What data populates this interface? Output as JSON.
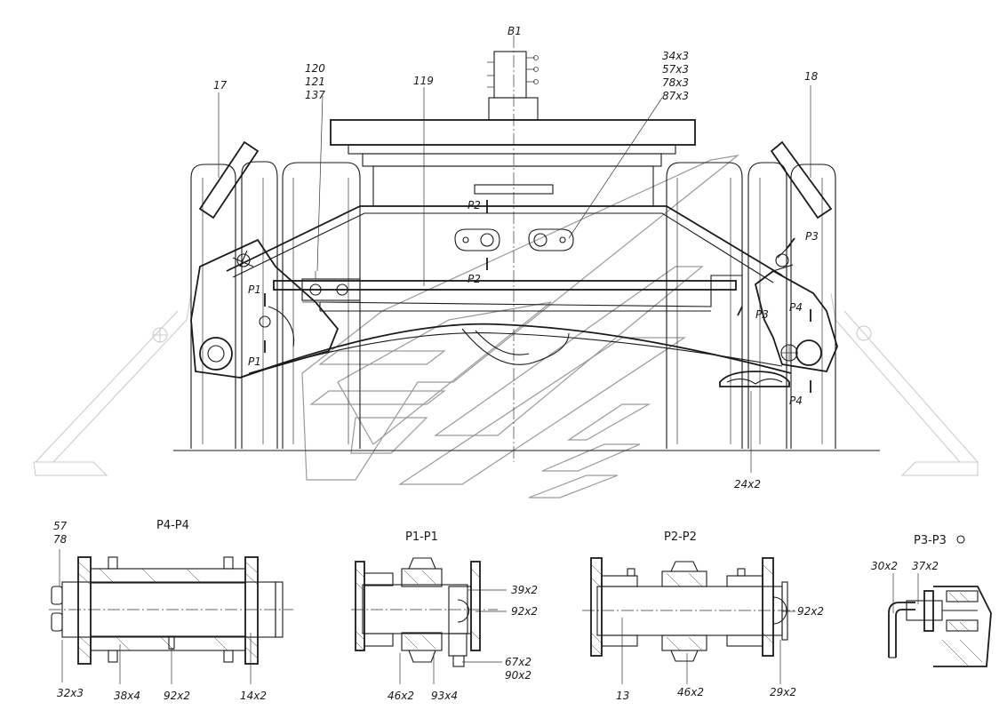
{
  "view_label": "B1",
  "callouts": {
    "c17": "17",
    "c18": "18",
    "c120": "120",
    "c121": "121",
    "c137": "137",
    "c119": "119",
    "c34": "34x3",
    "c57a": "57x3",
    "c78a": "78x3",
    "c87": "87x3",
    "c24": "24x2"
  },
  "section_marks": {
    "p1_top": "P1",
    "p1_bottom": "P1",
    "p2_top": "P2",
    "p2_bottom": "P2",
    "p3_top": "P3",
    "p3_bottom": "P3",
    "p4_top": "P4",
    "p4_bottom": "P4"
  },
  "sections": [
    {
      "title": "P4-P4",
      "callouts": [
        "57",
        "78",
        "32x3",
        "38x4",
        "92x2",
        "14x2"
      ]
    },
    {
      "title": "P1-P1",
      "callouts": [
        "39x2",
        "92x2",
        "67x2",
        "90x2",
        "46x2",
        "93x4"
      ]
    },
    {
      "title": "P2-P2",
      "callouts": [
        "92x2",
        "13",
        "46x2",
        "29x2"
      ]
    },
    {
      "title": "P3-P3",
      "title_suffix_icon": "rotation-circle-icon",
      "callouts": [
        "30x2",
        "37x2"
      ]
    }
  ]
}
